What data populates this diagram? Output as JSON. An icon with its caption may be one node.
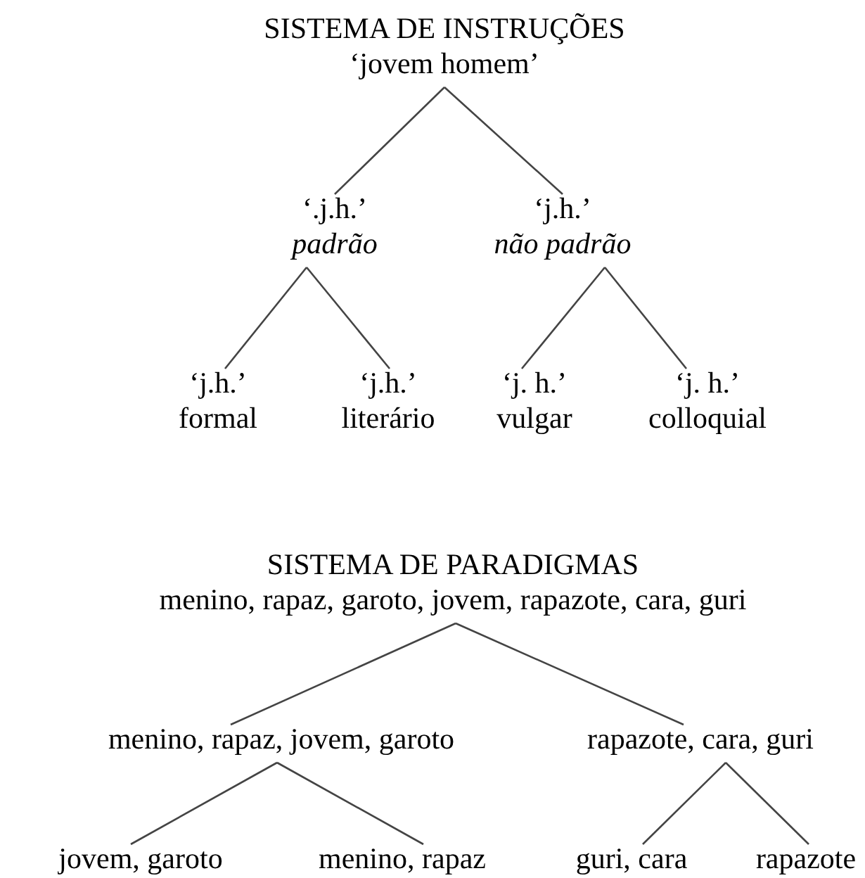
{
  "diagram": {
    "nodes": [
      {
        "text": [
          "SISTEMA DE INSTRUÇÕES",
          "‘jovem homem’"
        ]
      },
      {
        "text": [
          "‘.j.h.’",
          "padrão"
        ]
      },
      {
        "text": [
          "‘j.h.’",
          "não padrão"
        ]
      },
      {
        "text": [
          "‘j.h.’",
          "formal"
        ]
      },
      {
        "text": [
          "‘j.h.’",
          "literário"
        ]
      },
      {
        "text": [
          "‘j. h.’",
          "vulgar"
        ]
      },
      {
        "text": [
          "‘j. h.’",
          "colloquial"
        ]
      },
      {
        "text": [
          "SISTEMA DE PARADIGMAS",
          "menino, rapaz, garoto, jovem, rapazote, cara, guri"
        ]
      },
      {
        "text": [
          "menino, rapaz, jovem, garoto"
        ]
      },
      {
        "text": [
          "rapazote, cara, guri"
        ]
      },
      {
        "text": [
          "jovem, garoto"
        ]
      },
      {
        "text": [
          "menino, rapaz"
        ]
      },
      {
        "text": [
          "guri, cara"
        ]
      },
      {
        "text": [
          "rapazote"
        ]
      }
    ],
    "edges": [
      {
        "from": 0,
        "to": 1,
        "arrow": "none"
      },
      {
        "from": 0,
        "to": 2,
        "arrow": "none"
      },
      {
        "from": 1,
        "to": 3,
        "arrow": "none"
      },
      {
        "from": 1,
        "to": 4,
        "arrow": "none"
      },
      {
        "from": 2,
        "to": 5,
        "arrow": "none"
      },
      {
        "from": 2,
        "to": 6,
        "arrow": "none"
      },
      {
        "from": 7,
        "to": 8,
        "arrow": "none"
      },
      {
        "from": 7,
        "to": 9,
        "arrow": "none"
      },
      {
        "from": 8,
        "to": 10,
        "arrow": "none"
      },
      {
        "from": 8,
        "to": 11,
        "arrow": "none"
      },
      {
        "from": 9,
        "to": 12,
        "arrow": "none"
      },
      {
        "from": 9,
        "to": 13,
        "arrow": "none"
      }
    ]
  }
}
